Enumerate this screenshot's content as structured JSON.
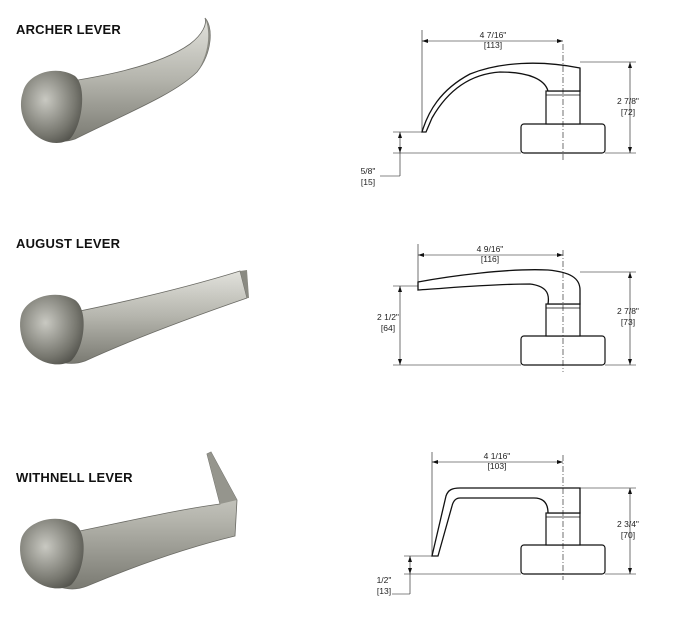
{
  "levers": [
    {
      "name": "ARCHER LEVER",
      "width_in": "4 7/16\"",
      "width_mm": "[113]",
      "height_in": "2 7/8\"",
      "height_mm": "[72]",
      "offset_in": "5/8\"",
      "offset_mm": "[15]"
    },
    {
      "name": "AUGUST LEVER",
      "width_in": "4 9/16\"",
      "width_mm": "[116]",
      "height_in": "2 7/8\"",
      "height_mm": "[73]",
      "handle_height_in": "2 1/2\"",
      "handle_height_mm": "[64]"
    },
    {
      "name": "WITHNELL LEVER",
      "width_in": "4 1/16\"",
      "width_mm": "[103]",
      "height_in": "2 3/4\"",
      "height_mm": "[70]",
      "offset_in": "1/2\"",
      "offset_mm": "[13]"
    }
  ],
  "colors": {
    "metal_light": "#d9d9d3",
    "metal_mid": "#a8a8a0",
    "metal_dark": "#5e5e58",
    "line": "#111111"
  }
}
